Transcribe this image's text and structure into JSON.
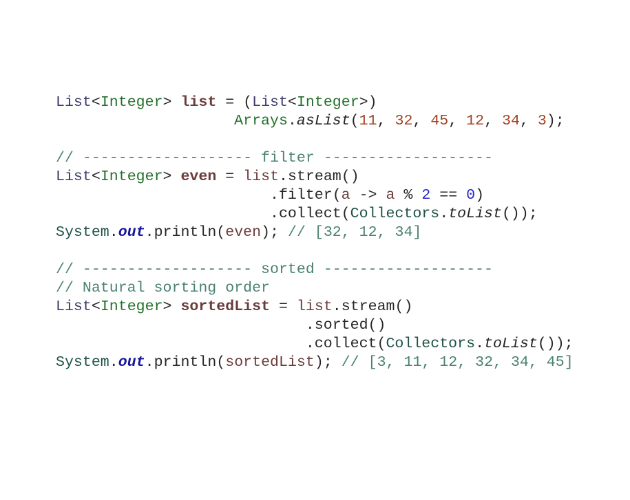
{
  "code": {
    "lines": [
      [
        [
          "List",
          "kw-type"
        ],
        [
          "<",
          ""
        ],
        [
          "Integer",
          "gen"
        ],
        [
          "> ",
          ""
        ],
        [
          "list",
          "var"
        ],
        [
          " = (",
          ""
        ],
        [
          "List",
          "kw-type"
        ],
        [
          "<",
          ""
        ],
        [
          "Integer",
          "gen"
        ],
        [
          ">)",
          ""
        ]
      ],
      [
        [
          "                    ",
          ""
        ],
        [
          "Arrays",
          "gen"
        ],
        [
          ".",
          ""
        ],
        [
          "asList",
          "ital"
        ],
        [
          "(",
          ""
        ],
        [
          "11",
          "num"
        ],
        [
          ", ",
          ""
        ],
        [
          "32",
          "num"
        ],
        [
          ", ",
          ""
        ],
        [
          "45",
          "num"
        ],
        [
          ", ",
          ""
        ],
        [
          "12",
          "num"
        ],
        [
          ", ",
          ""
        ],
        [
          "34",
          "num"
        ],
        [
          ", ",
          ""
        ],
        [
          "3",
          "num"
        ],
        [
          ");",
          ""
        ]
      ],
      [],
      [
        [
          "// ------------------- filter -------------------",
          "cmt"
        ]
      ],
      [
        [
          "List",
          "kw-type"
        ],
        [
          "<",
          ""
        ],
        [
          "Integer",
          "gen"
        ],
        [
          "> ",
          ""
        ],
        [
          "even",
          "var"
        ],
        [
          " = ",
          ""
        ],
        [
          "list",
          "ref"
        ],
        [
          ".stream()",
          ""
        ]
      ],
      [
        [
          "                        .filter(",
          ""
        ],
        [
          "a",
          "ref"
        ],
        [
          " -> ",
          ""
        ],
        [
          "a",
          "ref"
        ],
        [
          " % ",
          ""
        ],
        [
          "2",
          "lit"
        ],
        [
          " == ",
          ""
        ],
        [
          "0",
          "lit"
        ],
        [
          ")",
          ""
        ]
      ],
      [
        [
          "                        .collect(",
          ""
        ],
        [
          "Collectors",
          "cls"
        ],
        [
          ".",
          ""
        ],
        [
          "toList",
          "ital"
        ],
        [
          "());",
          ""
        ]
      ],
      [
        [
          "System",
          "cls"
        ],
        [
          ".",
          ""
        ],
        [
          "out",
          "field"
        ],
        [
          ".println(",
          ""
        ],
        [
          "even",
          "ref"
        ],
        [
          "); ",
          ""
        ],
        [
          "// [32, 12, 34]",
          "cmt"
        ]
      ],
      [],
      [
        [
          "// ------------------- sorted -------------------",
          "cmt"
        ]
      ],
      [
        [
          "// Natural sorting order",
          "cmt"
        ]
      ],
      [
        [
          "List",
          "kw-type"
        ],
        [
          "<",
          ""
        ],
        [
          "Integer",
          "gen"
        ],
        [
          "> ",
          ""
        ],
        [
          "sortedList",
          "var"
        ],
        [
          " = ",
          ""
        ],
        [
          "list",
          "ref"
        ],
        [
          ".stream()",
          ""
        ]
      ],
      [
        [
          "                            .sorted()",
          ""
        ]
      ],
      [
        [
          "                            .collect(",
          ""
        ],
        [
          "Collectors",
          "cls"
        ],
        [
          ".",
          ""
        ],
        [
          "toList",
          "ital"
        ],
        [
          "());",
          ""
        ]
      ],
      [
        [
          "System",
          "cls"
        ],
        [
          ".",
          ""
        ],
        [
          "out",
          "field"
        ],
        [
          ".println(",
          ""
        ],
        [
          "sortedList",
          "ref"
        ],
        [
          "); ",
          ""
        ],
        [
          "// [3, 11, 12, 32, 34, 45]",
          "cmt"
        ]
      ]
    ]
  }
}
